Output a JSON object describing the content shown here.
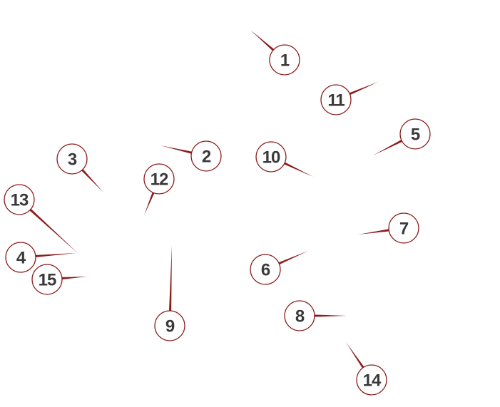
{
  "style": {
    "leader_color": "#8b1c1c",
    "circle_stroke": "#8b1c1c",
    "circle_fill": "#ffffff",
    "label_color": "#3a3a3a",
    "background": "#ffffff"
  },
  "callouts": [
    {
      "label": "1"
    },
    {
      "label": "11"
    },
    {
      "label": "5"
    },
    {
      "label": "2"
    },
    {
      "label": "10"
    },
    {
      "label": "3"
    },
    {
      "label": "12"
    },
    {
      "label": "13"
    },
    {
      "label": "7"
    },
    {
      "label": "4"
    },
    {
      "label": "6"
    },
    {
      "label": "15"
    },
    {
      "label": "8"
    },
    {
      "label": "9"
    },
    {
      "label": "14"
    }
  ]
}
